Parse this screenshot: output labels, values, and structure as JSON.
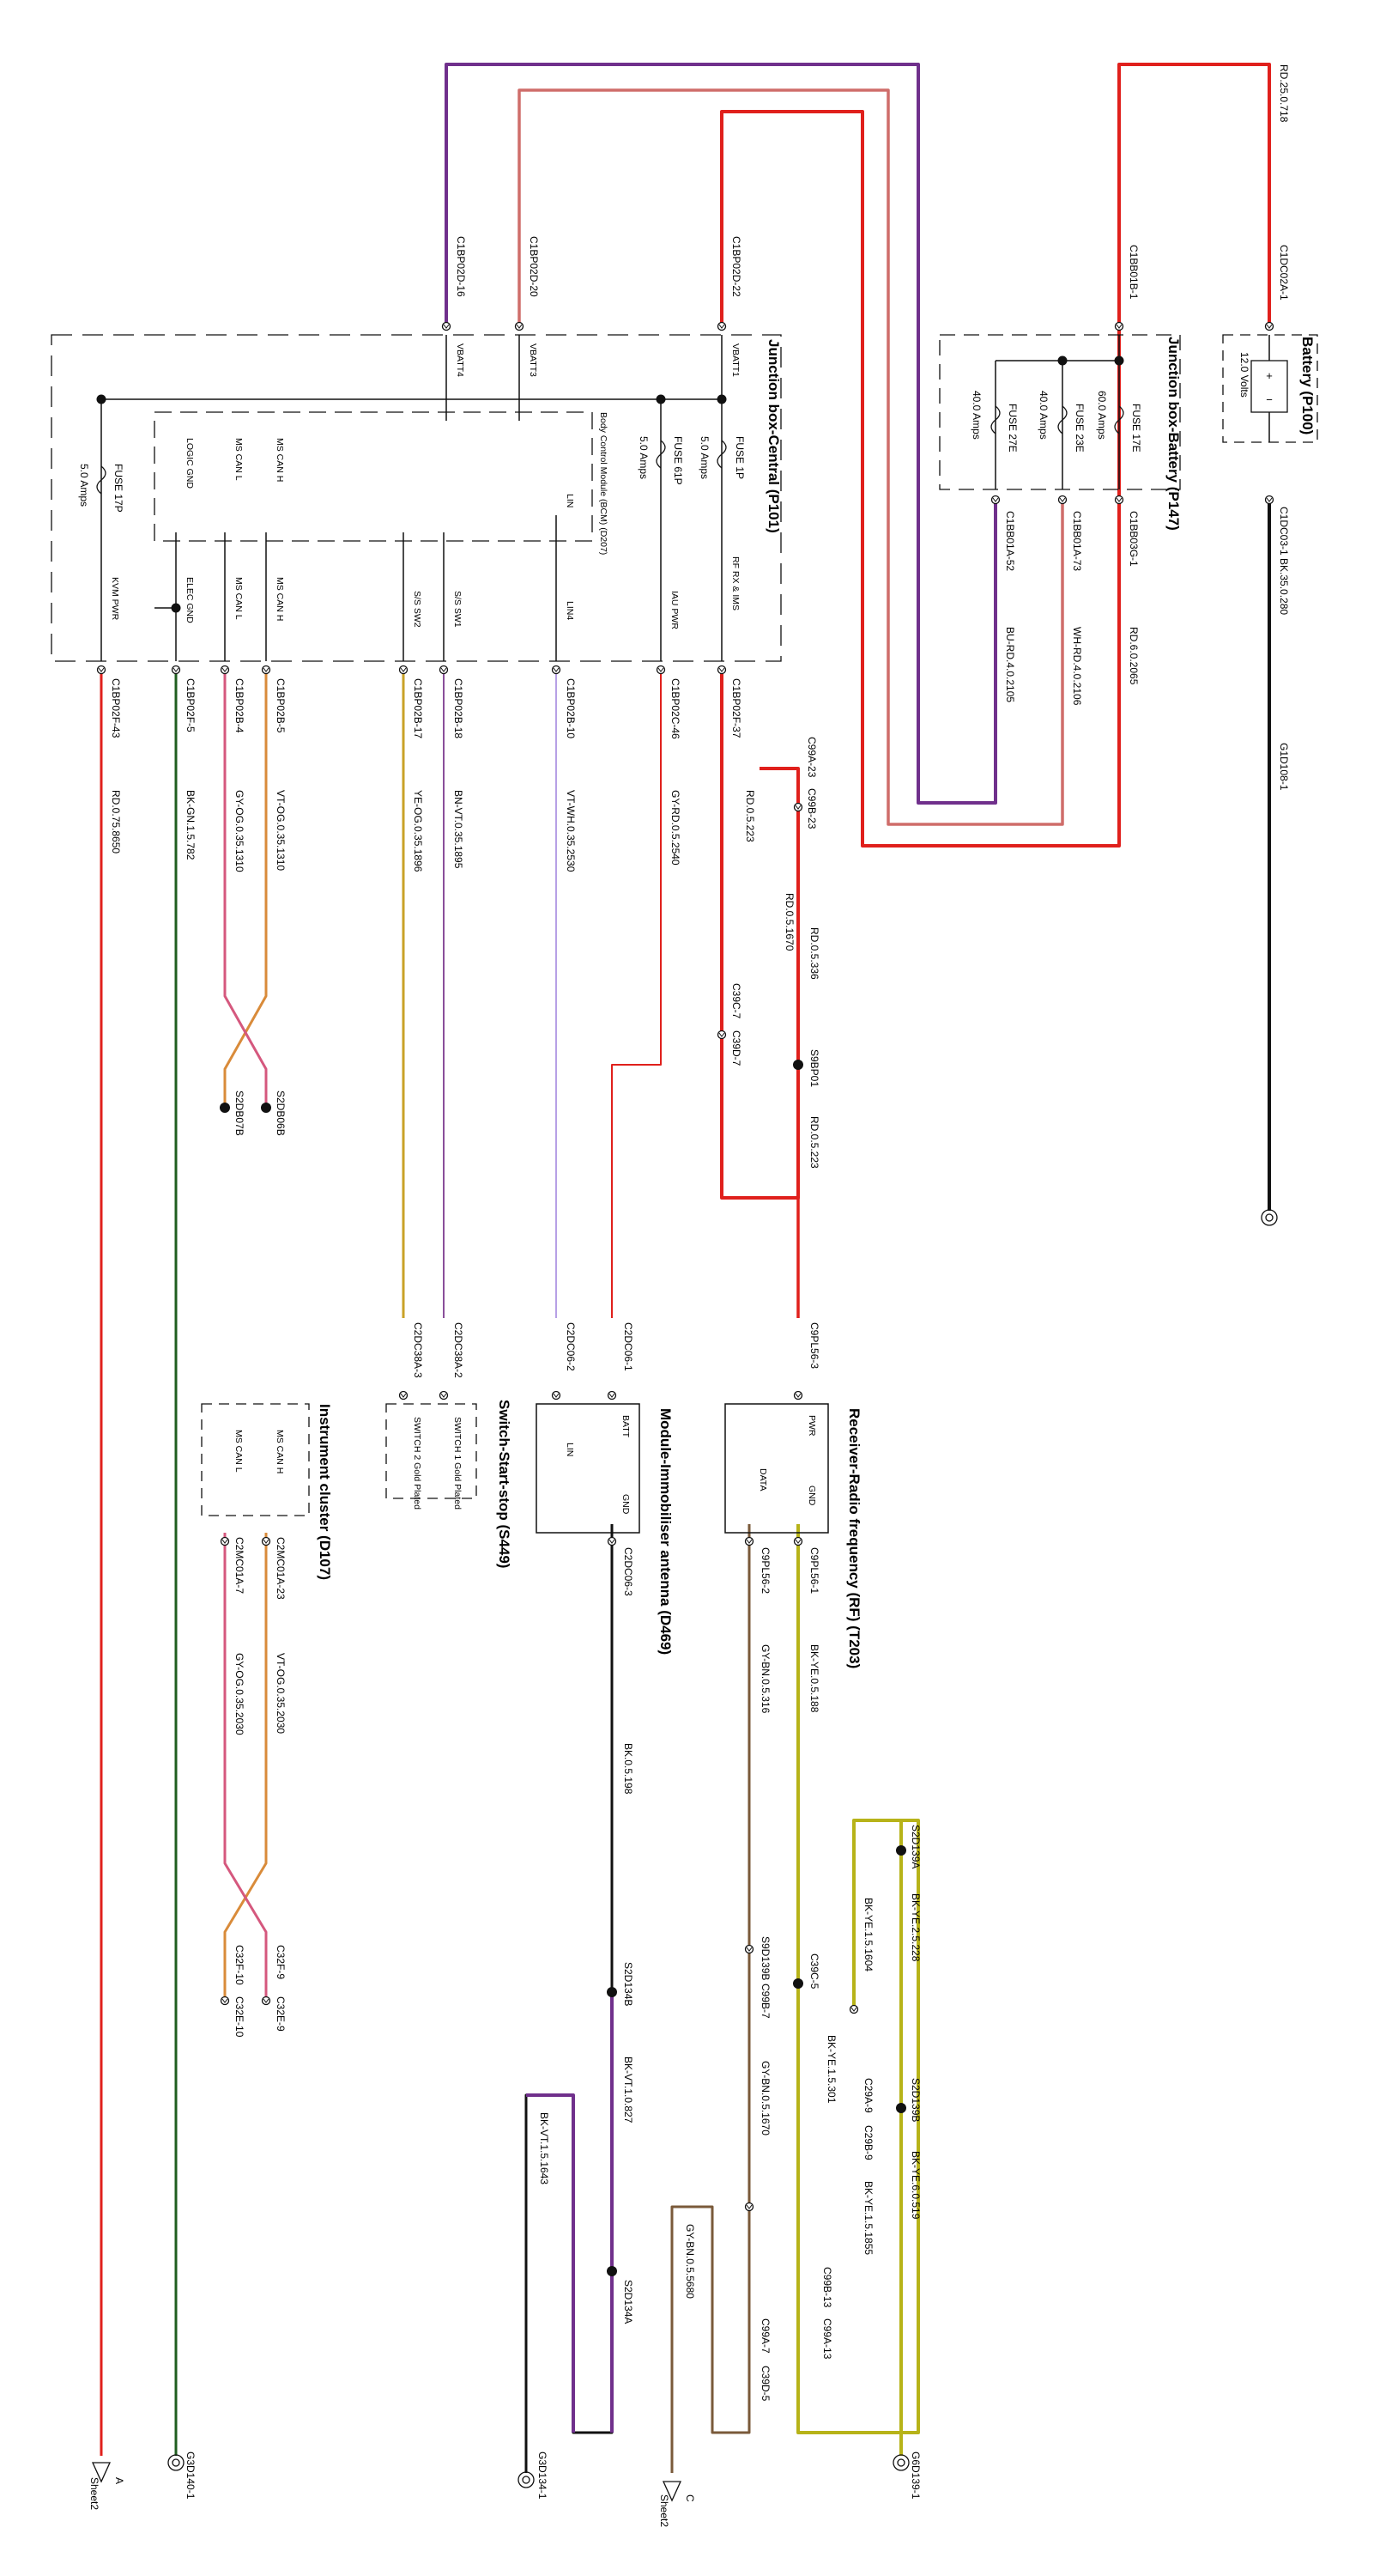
{
  "colors": {
    "red": "#e0201c",
    "purple": "#70308c",
    "pink": "#cf6d6a",
    "black": "#111111",
    "green": "#1f5e1f",
    "yellow": "#c9a227",
    "lavender": "#b7a0e6",
    "orange": "#d98b3a",
    "magenta": "#d5587e",
    "brown": "#7a5a3a",
    "yellowgreen": "#b7b319"
  },
  "components": {
    "battery": {
      "title": "Battery (P100)",
      "voltage": "12.0 Volts"
    },
    "jb_battery": {
      "title": "Junction box-Battery (P147)",
      "fuses": [
        {
          "name": "FUSE 17E",
          "rating": "60.0 Amps"
        },
        {
          "name": "FUSE 23E",
          "rating": "40.0 Amps"
        },
        {
          "name": "FUSE 27E",
          "rating": "40.0 Amps"
        }
      ]
    },
    "jb_central": {
      "title": "Junction box-Central (P101)",
      "fuses": [
        {
          "name": "FUSE 1P",
          "rating": "5.0 Amps"
        },
        {
          "name": "FUSE 61P",
          "rating": "5.0 Amps"
        },
        {
          "name": "FUSE 17P",
          "rating": "5.0 Amps"
        }
      ],
      "bcm": "Body Control Module (BCM) (D207)",
      "pins_in": [
        "VBATT1",
        "VBATT3",
        "VBATT4"
      ],
      "pins_out": [
        "RF RX & IMS",
        "IAU PWR",
        "LIN4",
        "S/S SW1",
        "S/S SW2",
        "MS CAN H",
        "MS CAN L",
        "ELEC GND",
        "KVM PWR"
      ],
      "internal": [
        "LIN",
        "MS CAN H",
        "MS CAN L",
        "LOGIC GND"
      ]
    },
    "receiver": {
      "title": "Receiver-Radio frequency (RF) (T203)",
      "pins": [
        "PWR",
        "GND",
        "DATA"
      ]
    },
    "immobiliser": {
      "title": "Module-Immobiliser antenna (D469)",
      "pins": [
        "BATT",
        "GND",
        "LIN"
      ]
    },
    "switch": {
      "title": "Switch-Start-stop (S449)",
      "pins": [
        "SWITCH 1 Gold Plated",
        "SWITCH 2 Gold Plated"
      ]
    },
    "cluster": {
      "title": "Instrument cluster (D107)",
      "pins": [
        "MS CAN H",
        "MS CAN L"
      ]
    }
  },
  "connectors": {
    "top": [
      "C1DC02A-1",
      "C1DC03-1",
      "C1BB01B-1",
      "C1BP02D-22",
      "C1BP02D-20",
      "C1BP02D-16"
    ],
    "jbb_out": [
      "C1BB03G-1",
      "C1BB01A-73",
      "C1BB01A-52"
    ],
    "jbc_out": [
      "C1BP02F-37",
      "C1BP02C-46",
      "C1BP02B-10",
      "C1BP02B-18",
      "C1BP02B-17",
      "C1BP02B-5",
      "C1BP02B-4",
      "C1BP02F-5",
      "C1BP02F-43"
    ],
    "inline": [
      "C99A-23",
      "C99B-23",
      "C39C-7",
      "C39D-7",
      "S9BP01",
      "C9PL56-3",
      "C2DC06-1",
      "C2DC06-2",
      "C2DC38A-2",
      "C2DC38A-3",
      "S2DB06B",
      "S2DB07B",
      "C9PL56-1",
      "C9PL56-2",
      "C2DC06-3",
      "C2MC01A-23",
      "C2MC01A-7",
      "S2D139A",
      "S2D139B",
      "C29A-9",
      "C29B-9",
      "C99B-13",
      "C99A-13",
      "S9D139B",
      "C99B-7",
      "C99A-7",
      "C39D-5",
      "C39C-5",
      "S2D134B",
      "S2D134A",
      "C32F-9",
      "C32E-9",
      "C32F-10",
      "C32E-10"
    ],
    "grounds": [
      "G1D108-1",
      "G6D139-1",
      "G3D134-1",
      "G3D140-1"
    ],
    "sheet_refs": [
      {
        "letter": "A",
        "sheet": "Sheet2"
      },
      {
        "letter": "C",
        "sheet": "Sheet2"
      }
    ]
  },
  "wires": [
    "RD.25.0.718",
    "BK.35.0.280",
    "RD.6.0.2065",
    "WH-RD.4.0.2106",
    "BU-RD.4.0.2105",
    "RD.0.5.223",
    "RD.0.5.1670",
    "RD.0.5.336",
    "RD.0.5.223",
    "GY-RD.0.5.2540",
    "VT-WH.0.35.2530",
    "BN-VT.0.35.1895",
    "YE-OG.0.35.1896",
    "VT-OG.0.35.1310",
    "GY-OG.0.35.1310",
    "BK-GN.1.5.782",
    "RD.0.75.8650",
    "BK-YE.0.5.188",
    "GY-BN.0.5.316",
    "BK.0.5.198",
    "BK-YE.2.5.228",
    "BK-YE.1.5.1604",
    "BK-YE.1.5.301",
    "BK-YE.6.0.519",
    "BK-YE.1.5.1855",
    "GY-BN.0.5.1670",
    "GY-BN.0.5.5680",
    "BK-VT.1.0.827",
    "BK-VT.1.5.1643",
    "VT-OG.0.35.2030",
    "GY-OG.0.35.2030"
  ]
}
